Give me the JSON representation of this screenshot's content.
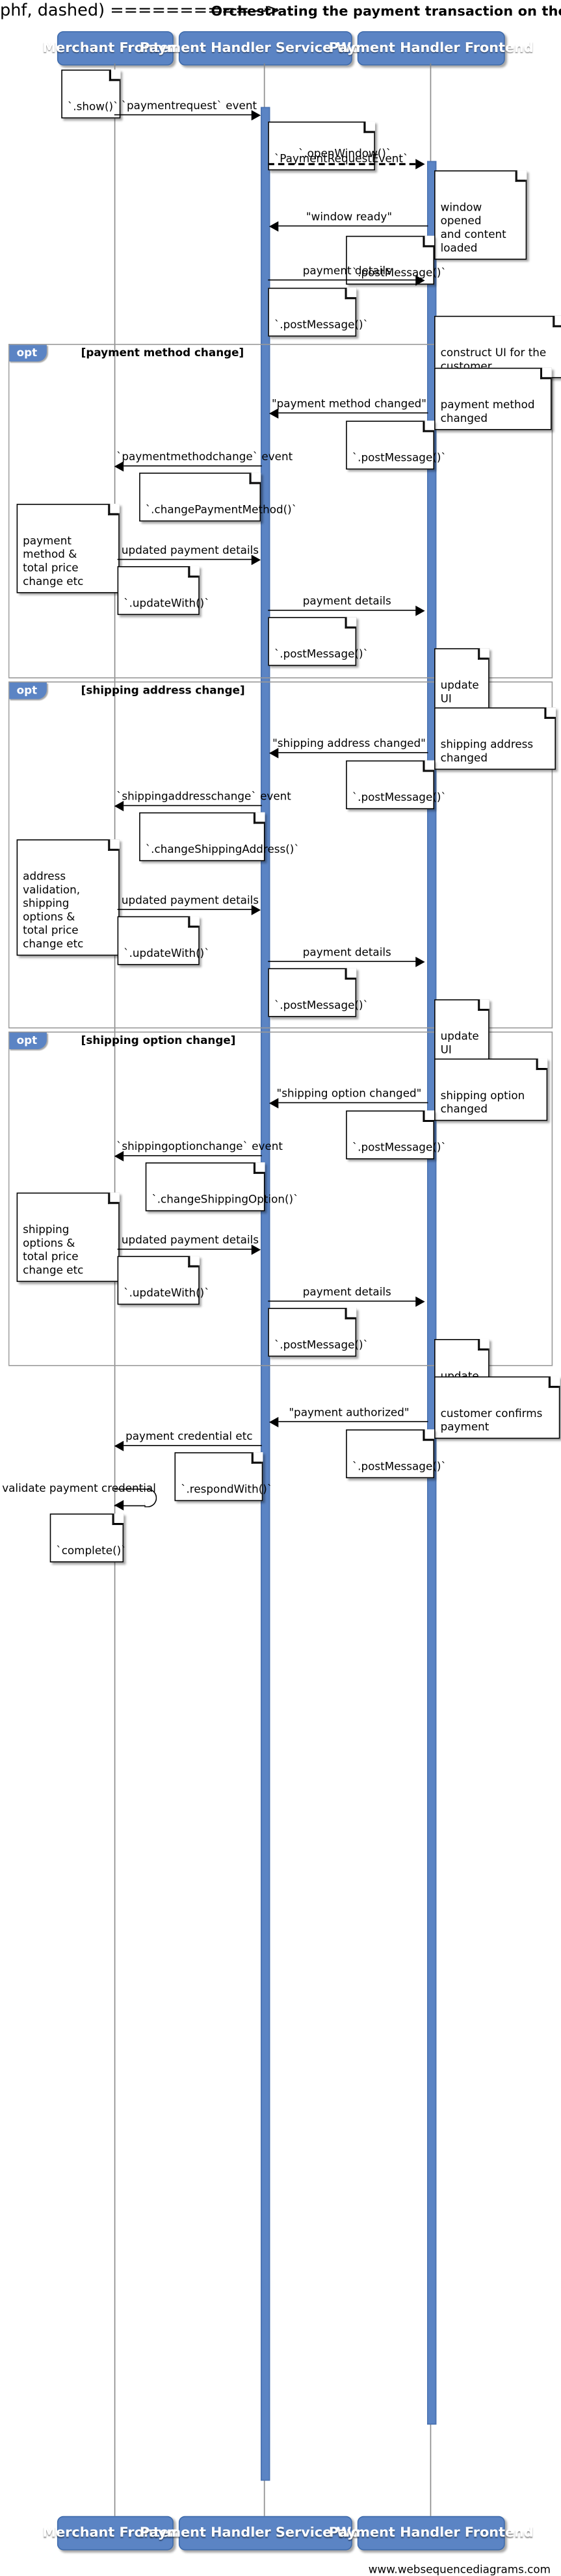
{
  "title": "Orchestrating the payment transaction on the service worker",
  "footer": "www.websequencediagrams.com",
  "theme": {
    "actor_fill": "#5b84c4",
    "actor_text": "#ffffff",
    "line": "#000000",
    "frame": "#999999"
  },
  "actors": [
    {
      "id": "merchant",
      "label": "Merchant Frontend"
    },
    {
      "id": "sw",
      "label": "Payment Handler Service Worker"
    },
    {
      "id": "phf",
      "label": "Payment Handler Frontend"
    }
  ],
  "messages": [
    {
      "id": "m1",
      "label": "`paymentrequest` event"
    },
    {
      "id": "m2",
      "label": "`.openWindow()`"
    },
    {
      "id": "m3",
      "label": "\"window ready\""
    },
    {
      "id": "m4",
      "label": "payment details"
    },
    {
      "id": "m5",
      "label": "\"payment method changed\""
    },
    {
      "id": "m6",
      "label": "`paymentmethodchange` event"
    },
    {
      "id": "m7",
      "label": "updated payment details"
    },
    {
      "id": "m8",
      "label": "payment details"
    },
    {
      "id": "m9",
      "label": "\"shipping address changed\""
    },
    {
      "id": "m10",
      "label": "`shippingaddresschange` event"
    },
    {
      "id": "m11",
      "label": "updated payment details"
    },
    {
      "id": "m12",
      "label": "payment details"
    },
    {
      "id": "m13",
      "label": "\"shipping option changed\""
    },
    {
      "id": "m14",
      "label": "`shippingoptionchange` event"
    },
    {
      "id": "m15",
      "label": "updated payment details"
    },
    {
      "id": "m16",
      "label": "payment details"
    },
    {
      "id": "m17",
      "label": "\"payment authorized\""
    },
    {
      "id": "m18",
      "label": "payment credential etc"
    },
    {
      "id": "m19",
      "label": "validate payment credential"
    }
  ],
  "notes": [
    {
      "id": "n1",
      "text": "`.show()`"
    },
    {
      "id": "n2",
      "text": "`PaymentRequestEvent`"
    },
    {
      "id": "n3",
      "text": "window opened\nand content loaded"
    },
    {
      "id": "n4",
      "text": "`.postMessage()`"
    },
    {
      "id": "n5",
      "text": "`.postMessage()`"
    },
    {
      "id": "n6",
      "text": "construct UI for the customer"
    },
    {
      "id": "n7",
      "text": "payment method changed"
    },
    {
      "id": "n8",
      "text": "`.postMessage()`"
    },
    {
      "id": "n9",
      "text": "`.changePaymentMethod()`"
    },
    {
      "id": "n10",
      "text": "payment method &\ntotal price change etc"
    },
    {
      "id": "n11",
      "text": "`.updateWith()`"
    },
    {
      "id": "n12",
      "text": "`.postMessage()`"
    },
    {
      "id": "n13",
      "text": "update UI"
    },
    {
      "id": "n14",
      "text": "shipping address changed"
    },
    {
      "id": "n15",
      "text": "`.postMessage()`"
    },
    {
      "id": "n16",
      "text": "`.changeShippingAddress()`"
    },
    {
      "id": "n17",
      "text": "address validation,\nshipping options &\ntotal price change etc"
    },
    {
      "id": "n18",
      "text": "`.updateWith()`"
    },
    {
      "id": "n19",
      "text": "`.postMessage()`"
    },
    {
      "id": "n20",
      "text": "update UI"
    },
    {
      "id": "n21",
      "text": "shipping option changed"
    },
    {
      "id": "n22",
      "text": "`.postMessage()`"
    },
    {
      "id": "n23",
      "text": "`.changeShippingOption()`"
    },
    {
      "id": "n24",
      "text": "shipping options &\ntotal price change etc"
    },
    {
      "id": "n25",
      "text": "`.updateWith()`"
    },
    {
      "id": "n26",
      "text": "`.postMessage()`"
    },
    {
      "id": "n27",
      "text": "update UI"
    },
    {
      "id": "n28",
      "text": "customer confirms payment"
    },
    {
      "id": "n29",
      "text": "`.postMessage()`"
    },
    {
      "id": "n30",
      "text": "`.respondWith()`"
    },
    {
      "id": "n31",
      "text": "`complete()`"
    }
  ],
  "fragments": [
    {
      "id": "f1",
      "kind": "opt",
      "condition": "[payment method change]"
    },
    {
      "id": "f2",
      "kind": "opt",
      "condition": "[shipping address change]"
    },
    {
      "id": "f3",
      "kind": "opt",
      "condition": "[shipping option change]"
    }
  ]
}
